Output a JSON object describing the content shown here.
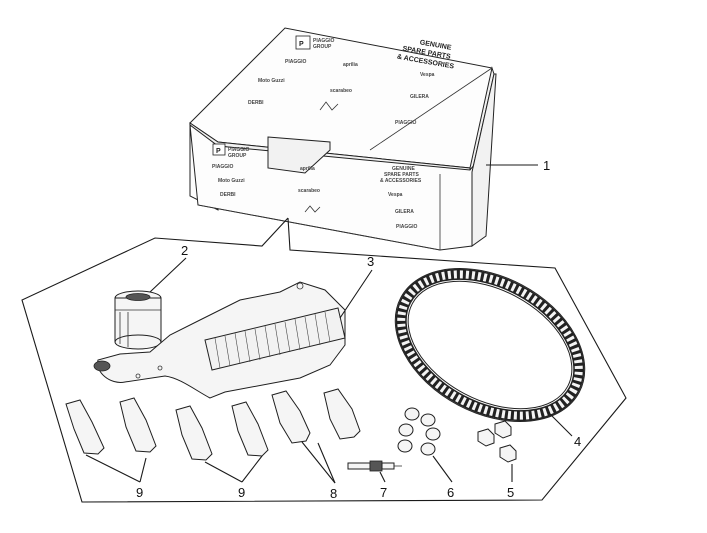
{
  "box": {
    "lid_title_line1": "GENUINE",
    "lid_title_line2": "SPARE PARTS",
    "lid_title_line3": "& ACCESSORIES",
    "front_title_line1": "GENUINE",
    "front_title_line2": "SPARE PARTS",
    "front_title_line3": "& ACCESSORIES",
    "logo_letter": "P",
    "logo_text_line1": "PIAGGIO",
    "logo_text_line2": "GROUP",
    "brands": [
      "PIAGGIO",
      "aprilia",
      "Vespa",
      "GILERA",
      "DERBI",
      "Moto Guzzi",
      "scarabeo"
    ]
  },
  "callouts": {
    "n1": "1",
    "n2": "2",
    "n3": "3",
    "n4": "4",
    "n5": "5",
    "n6": "6",
    "n7": "7",
    "n8": "8",
    "n9a": "9",
    "n9b": "9"
  }
}
